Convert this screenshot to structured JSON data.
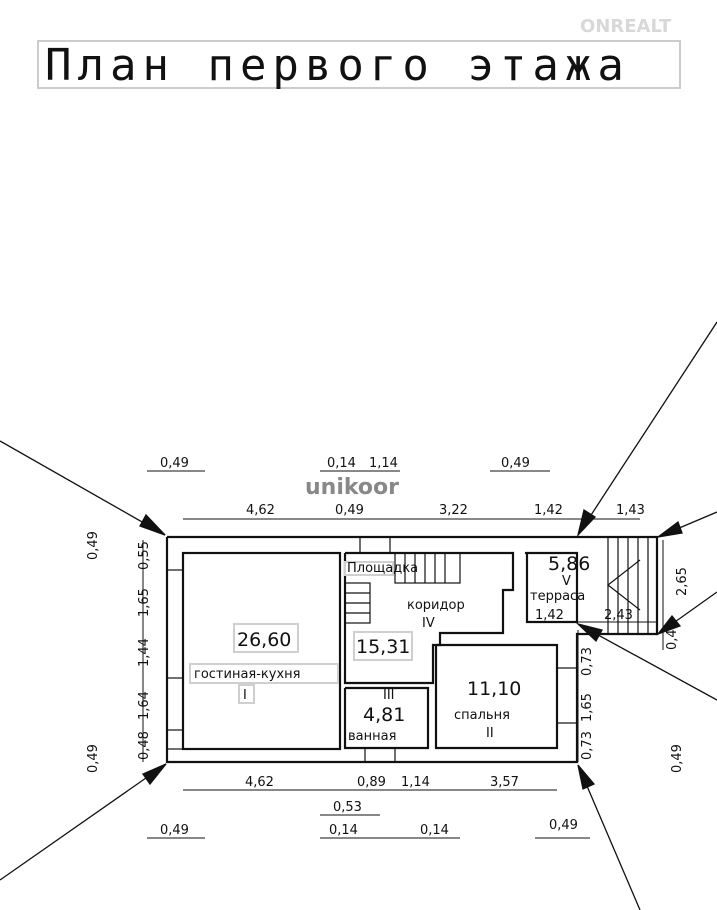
{
  "title": "План первого этажа",
  "watermark": "ONREALT",
  "logo": "unikoor",
  "rooms": {
    "living": {
      "area": "26,60",
      "name": "гостиная-кухня",
      "num": "I"
    },
    "bedroom": {
      "area": "11,10",
      "name": "спальня",
      "num": "II"
    },
    "bath": {
      "area": "4,81",
      "name": "ванная",
      "num": "III"
    },
    "corridor": {
      "area": "15,31",
      "name": "коридор",
      "num": "IV"
    },
    "terrace": {
      "area": "5,86",
      "name": "терраса",
      "num": "V"
    },
    "landing": {
      "name": "Площадка"
    }
  },
  "dims": {
    "top1": [
      "0,49",
      "0,14",
      "1,14",
      "0,49"
    ],
    "top2": [
      "4,62",
      "0,49",
      "3,22",
      "1,42",
      "1,43"
    ],
    "left": [
      "0,55",
      "1,65",
      "1,44",
      "1,64",
      "0,48",
      "0,49",
      "0,49"
    ],
    "right": [
      "2,65",
      "0,49",
      "0,73",
      "1,65",
      "0,73",
      "0,49"
    ],
    "bottom1": [
      "4,62",
      "0,89",
      "1,14",
      "3,57"
    ],
    "bottom2": [
      "0,53"
    ],
    "bottom3": [
      "0,49",
      "0,14",
      "0,14",
      "0,49"
    ],
    "terrace_inner": [
      "1,42",
      "2,43"
    ]
  }
}
